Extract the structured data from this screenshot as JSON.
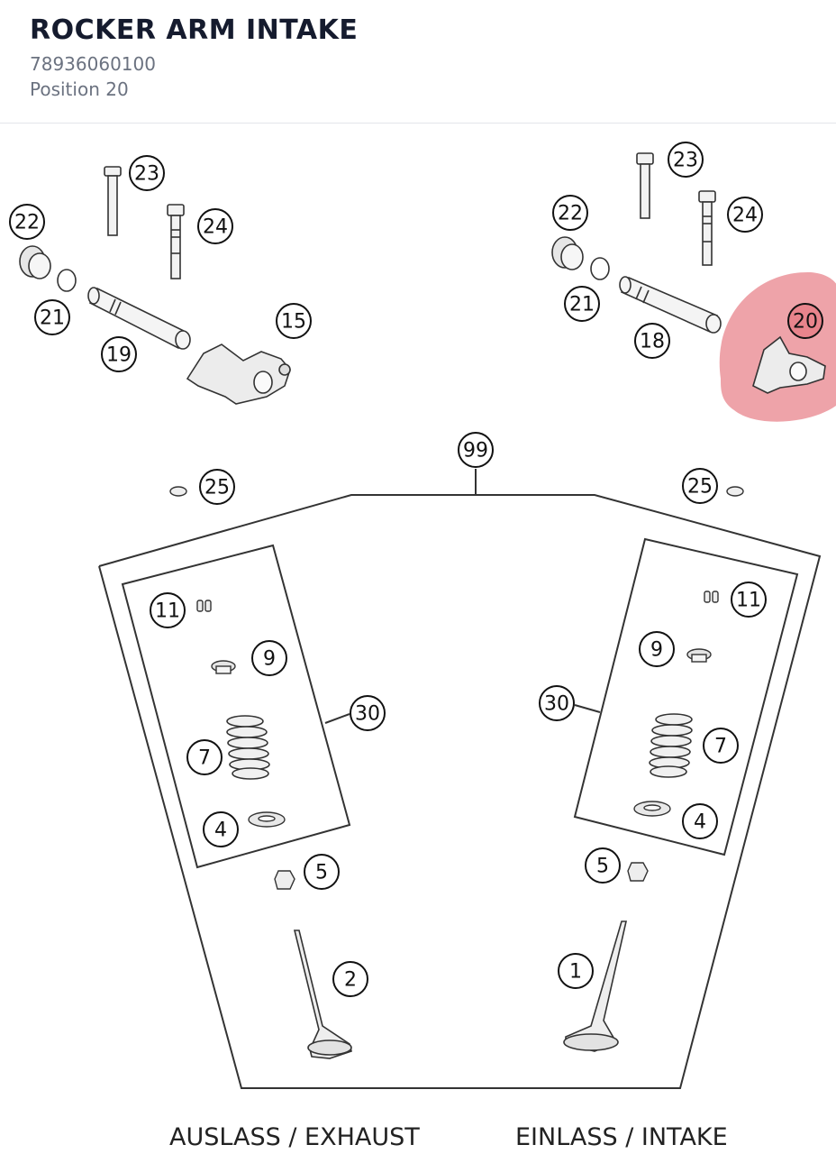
{
  "header": {
    "title": "ROCKER ARM INTAKE",
    "part_number": "78936060100",
    "position": "Position 20"
  },
  "diagram": {
    "callouts": {
      "c23a": "23",
      "c22a": "22",
      "c24a": "24",
      "c21a": "21",
      "c15": "15",
      "c19": "19",
      "c23b": "23",
      "c22b": "22",
      "c24b": "24",
      "c21b": "21",
      "c18": "18",
      "c20": "20",
      "c99": "99",
      "c25a": "25",
      "c25b": "25",
      "c11a": "11",
      "c9a": "9",
      "c30a": "30",
      "c7a": "7",
      "c4a": "4",
      "c5a": "5",
      "c2": "2",
      "c11b": "11",
      "c9b": "9",
      "c30b": "30",
      "c7b": "7",
      "c4b": "4",
      "c5b": "5",
      "c1": "1"
    },
    "highlight_color": "#e8848c",
    "caption_exhaust": "AUSLASS / EXHAUST",
    "caption_intake": "EINLASS / INTAKE"
  }
}
